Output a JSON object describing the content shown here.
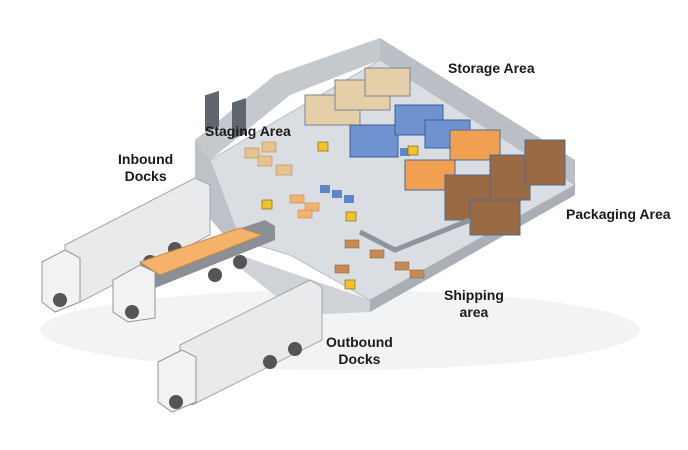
{
  "labels": {
    "storage": "Storage Area",
    "staging": "Staging Area",
    "inbound": [
      "Inbound",
      "Docks"
    ],
    "packaging": "Packaging Area",
    "shipping": [
      "Shipping",
      "area"
    ],
    "outbound": [
      "Outbound",
      "Docks"
    ]
  },
  "colors": {
    "floor": "#d9dde1",
    "wall": "#c9ced3",
    "wall_dark": "#aeb4ba",
    "truck_body": "#e8eaec",
    "cargo": "#f5b26b",
    "rack_blue": "#4a6fb3",
    "rack_orange": "#f0a050",
    "rack_brown": "#8a5a3a",
    "forklift": "#f2c32a"
  }
}
